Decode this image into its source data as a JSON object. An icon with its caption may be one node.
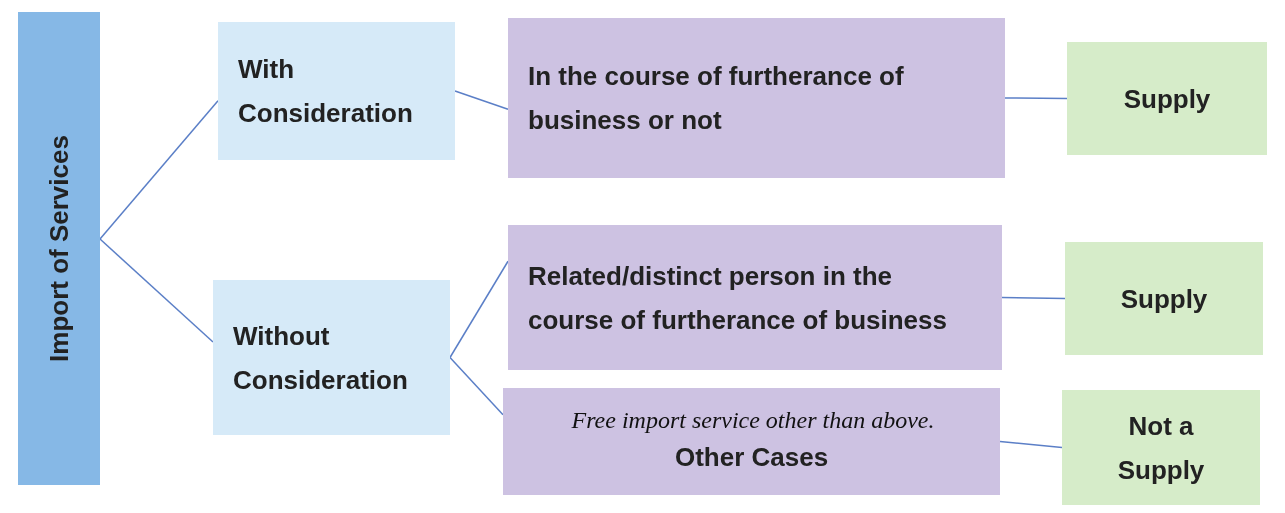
{
  "diagram": {
    "nodes": [
      {
        "text": [
          "Import of Services"
        ]
      },
      {
        "text": [
          "With Consideration"
        ]
      },
      {
        "text": [
          "Without Consideration"
        ]
      },
      {
        "text": [
          "In the course of furtherance of business or not"
        ]
      },
      {
        "text": [
          "Related/distinct person in the course of furtherance of business"
        ]
      },
      {
        "text": [
          "Free import service other than above.",
          "Other Cases"
        ]
      },
      {
        "text": [
          "Supply"
        ]
      },
      {
        "text": [
          "Supply"
        ]
      },
      {
        "text": [
          "Not a Supply"
        ]
      }
    ],
    "edges": [
      {
        "from": 0,
        "to": 1,
        "arrow": "none"
      },
      {
        "from": 0,
        "to": 2,
        "arrow": "none"
      },
      {
        "from": 1,
        "to": 3,
        "arrow": "none"
      },
      {
        "from": 2,
        "to": 4,
        "arrow": "none"
      },
      {
        "from": 2,
        "to": 5,
        "arrow": "none"
      },
      {
        "from": 3,
        "to": 6,
        "arrow": "none"
      },
      {
        "from": 4,
        "to": 7,
        "arrow": "none"
      },
      {
        "from": 5,
        "to": 8,
        "arrow": "none"
      }
    ]
  }
}
